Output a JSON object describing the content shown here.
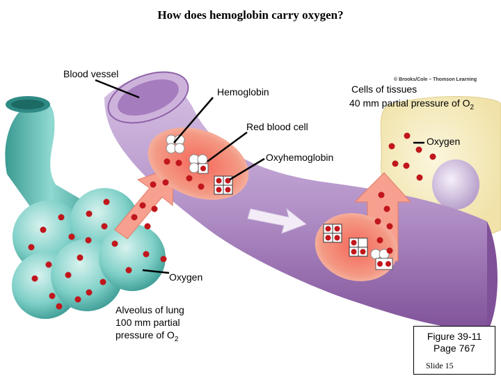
{
  "title": "How does hemoglobin carry oxygen?",
  "credit": "© Brooks/Cole – Thomson Learning",
  "labels": {
    "blood_vessel": "Blood vessel",
    "hemoglobin": "Hemoglobin",
    "cells_of_tissues": "Cells of tissues",
    "tissue_pressure_main": "40 mm partial pressure of O",
    "tissue_pressure_sub": "2",
    "red_blood_cell": "Red blood cell",
    "oxygen_right": "Oxygen",
    "oxyhemoglobin": "Oxyhemoglobin",
    "oxygen_left": "Oxygen",
    "alveolus": "Alveolus of lung",
    "alveolus_pressure_line1": "100 mm partial",
    "alveolus_pressure_line2_main": "pressure of O",
    "alveolus_pressure_line2_sub": "2"
  },
  "figure_box": {
    "line1": "Figure 39-11",
    "line2": "Page 767"
  },
  "slide_number": "Slide 15",
  "colors": {
    "vessel": "#b493c9",
    "vessel_dark": "#8e62a8",
    "alveolus": "#7fd0c8",
    "alveolus_dark": "#3a9a92",
    "rbc": "#f28a75",
    "arrow": "#f7a090",
    "oxygen_dot": "#c0161c",
    "tissue_cell": "#f7eec4"
  }
}
